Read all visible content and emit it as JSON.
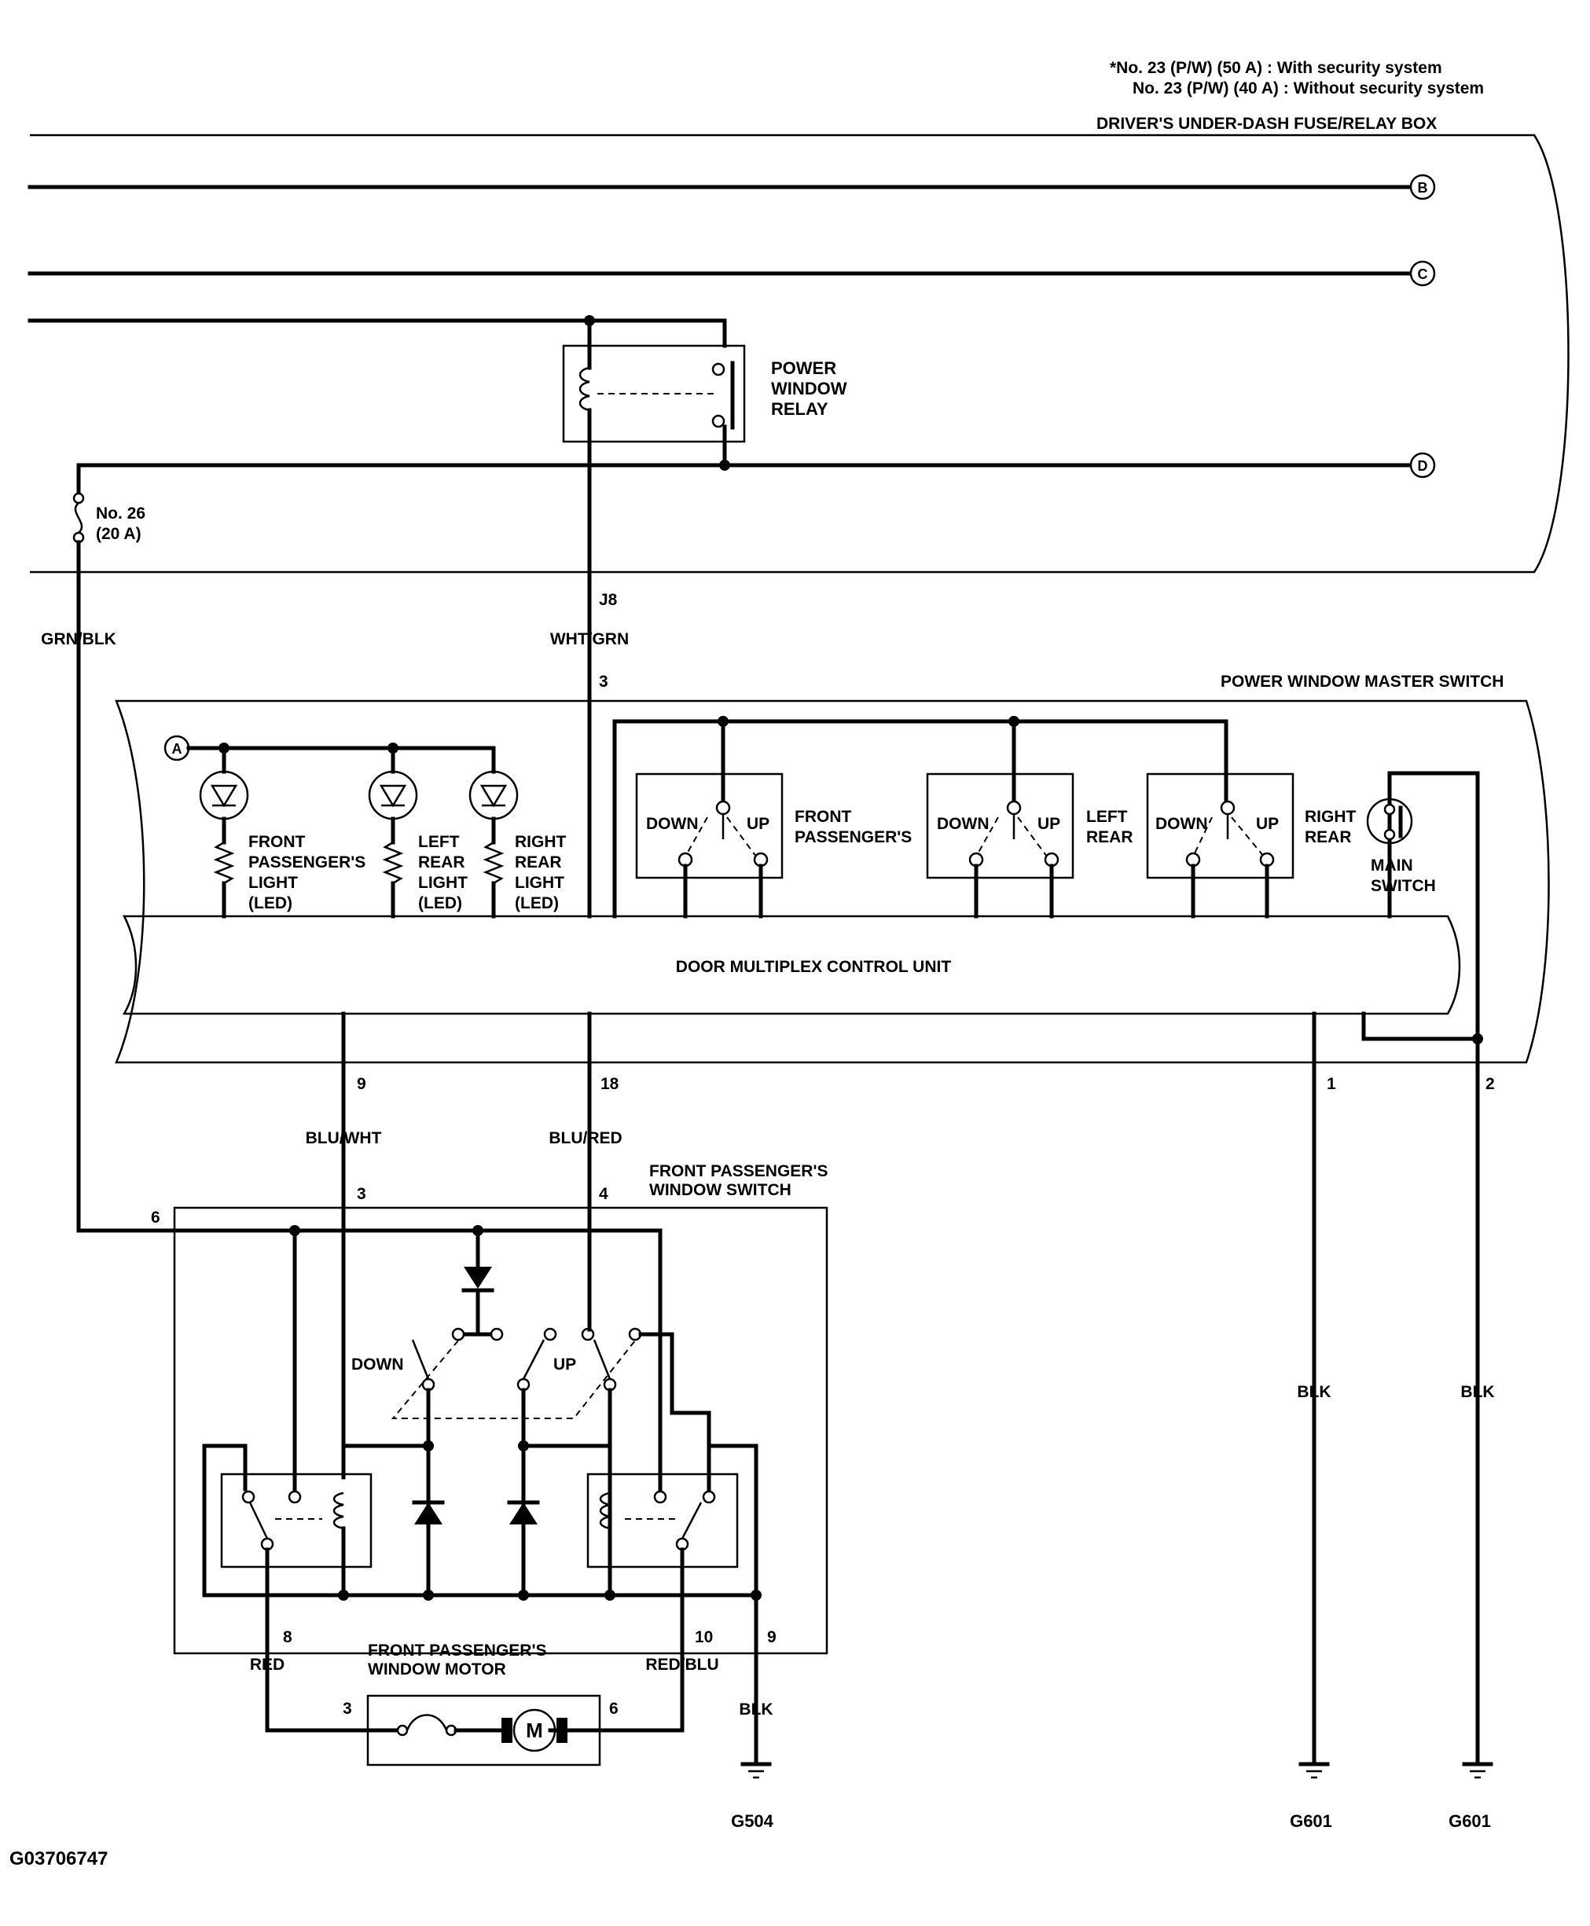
{
  "notes": {
    "line1": "*No. 23 (P/W) (50 A) : With security system",
    "line2": "No. 23 (P/W) (40 A) : Without security system"
  },
  "fuse_box": {
    "title": "DRIVER'S UNDER-DASH FUSE/RELAY BOX",
    "connector_b": "B",
    "connector_c": "C",
    "connector_d": "D",
    "connector_a": "A",
    "relay_line1": "POWER",
    "relay_line2": "WINDOW",
    "relay_line3": "RELAY",
    "fuse_line1": "No. 26",
    "fuse_line2": "(20 A)",
    "pin_j8": "J8"
  },
  "wires": {
    "grn_blk": "GRN/BLK",
    "wht_grn": "WHT/GRN",
    "blu_wht": "BLU/WHT",
    "blu_red": "BLU/RED",
    "blk_1": "BLK",
    "blk_2": "BLK",
    "blk_3": "BLK",
    "red": "RED",
    "red_blu": "RED/BLU"
  },
  "master_switch": {
    "title": "POWER WINDOW MASTER SWITCH",
    "pin_3": "3",
    "pin_9": "9",
    "pin_18": "18",
    "pin_1": "1",
    "pin_2": "2",
    "control_unit": "DOOR MULTIPLEX CONTROL UNIT",
    "led_fp": [
      "FRONT",
      "PASSENGER'S",
      "LIGHT",
      "(LED)"
    ],
    "led_lr": [
      "LEFT",
      "REAR",
      "LIGHT",
      "(LED)"
    ],
    "led_rr": [
      "RIGHT",
      "REAR",
      "LIGHT",
      "(LED)"
    ],
    "sw_fp": [
      "FRONT",
      "PASSENGER'S"
    ],
    "sw_lr": [
      "LEFT",
      "REAR"
    ],
    "sw_rr": [
      "RIGHT",
      "REAR"
    ],
    "down": "DOWN",
    "up": "UP",
    "main_switch": [
      "MAIN",
      "SWITCH"
    ]
  },
  "window_switch": {
    "title_line1": "FRONT PASSENGER'S",
    "title_line2": "WINDOW SWITCH",
    "pin_6": "6",
    "pin_3": "3",
    "pin_4": "4",
    "pin_8": "8",
    "pin_10": "10",
    "pin_9": "9",
    "down": "DOWN",
    "up": "UP"
  },
  "motor": {
    "title_line1": "FRONT PASSENGER'S",
    "title_line2": "WINDOW MOTOR",
    "pin_3": "3",
    "pin_6": "6",
    "symbol": "M"
  },
  "grounds": {
    "g504": "G504",
    "g601_a": "G601",
    "g601_b": "G601"
  },
  "figure_id": "G03706747"
}
